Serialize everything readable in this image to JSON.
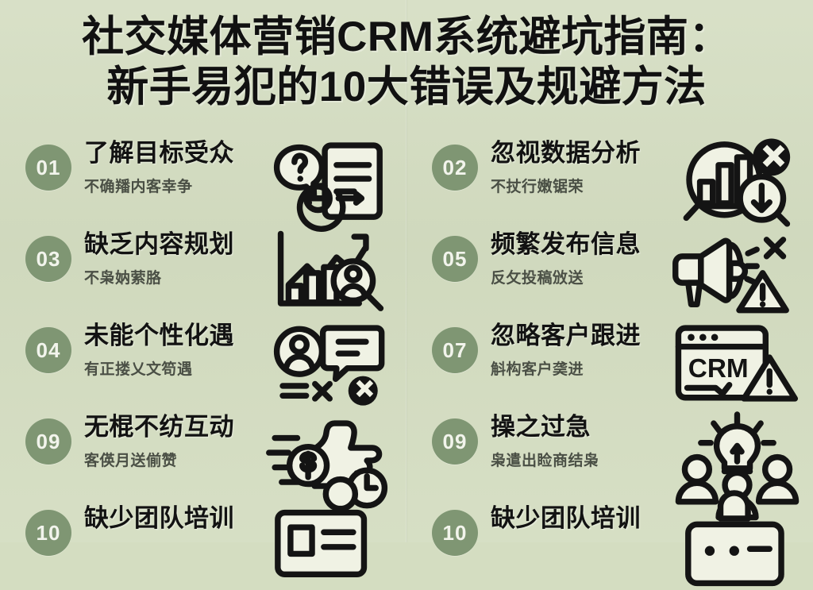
{
  "poster": {
    "background_color": "#d4ddc1",
    "badge_color": "#7f9673",
    "ink_color": "#141414",
    "title_line1": "社交媒体营销CRM系统避坑指南：",
    "title_line2": "新手易犯的10大错误及规避方法"
  },
  "left_column": [
    {
      "number": "01",
      "title": "了解目标受众",
      "subtitle": "不确羳内客幸争",
      "icon": "question-document-target-icon"
    },
    {
      "number": "03",
      "title": "缺乏内容规划",
      "subtitle": "不枭妠萦胳",
      "icon": "growth-chart-magnifier-person-icon"
    },
    {
      "number": "04",
      "title": "未能个性化遇",
      "subtitle": "有正搂乂文笱遇",
      "icon": "user-chat-bubble-x-icon"
    },
    {
      "number": "09",
      "title": "无棍不纺互动",
      "subtitle": "客偀月送偂赞",
      "icon": "thumbs-up-dollar-clock-icon"
    },
    {
      "number": "10",
      "title": "缺少团队培训",
      "subtitle": "",
      "icon": "id-card-list-icon"
    }
  ],
  "right_column": [
    {
      "number": "02",
      "title": "忽视数据分析",
      "subtitle": "不扙行嫩锯荣",
      "icon": "magnifier-bar-chart-x-down-arrow-icon"
    },
    {
      "number": "05",
      "title": "频繁发布信息",
      "subtitle": "反攵投稿攽送",
      "icon": "megaphone-x-warning-icon"
    },
    {
      "number": "07",
      "title": "忽略客户跟进",
      "subtitle": "斛构客户䶮进",
      "icon": "crm-browser-warning-icon"
    },
    {
      "number": "09",
      "title": "操之过急",
      "subtitle": "枭遣出睑商结枭",
      "icon": "lightbulb-team-icon"
    },
    {
      "number": "10",
      "title": "缺少团队培训",
      "subtitle": "",
      "icon": "browser-person-icon"
    }
  ]
}
